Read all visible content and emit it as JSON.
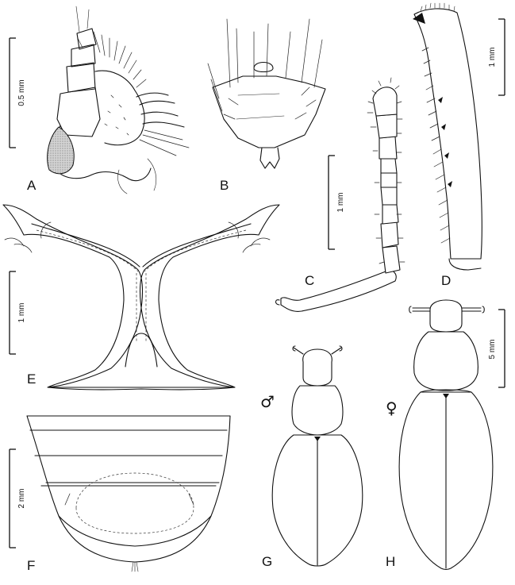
{
  "panels": {
    "A": {
      "label": "A",
      "scale": "0.5 mm"
    },
    "B": {
      "label": "B"
    },
    "C": {
      "label": "C",
      "scale": "1 mm"
    },
    "D": {
      "label": "D",
      "scale": "1 mm"
    },
    "E": {
      "label": "E",
      "scale": "1 mm"
    },
    "F": {
      "label": "F",
      "scale": "2 mm"
    },
    "G": {
      "label": "G",
      "sex_symbol": "♂"
    },
    "H": {
      "label": "H",
      "sex_symbol": "♀",
      "scale": "5 mm"
    }
  },
  "colors": {
    "ink": "#111111",
    "stipple": "#bdbdbd",
    "background": "#ffffff"
  }
}
